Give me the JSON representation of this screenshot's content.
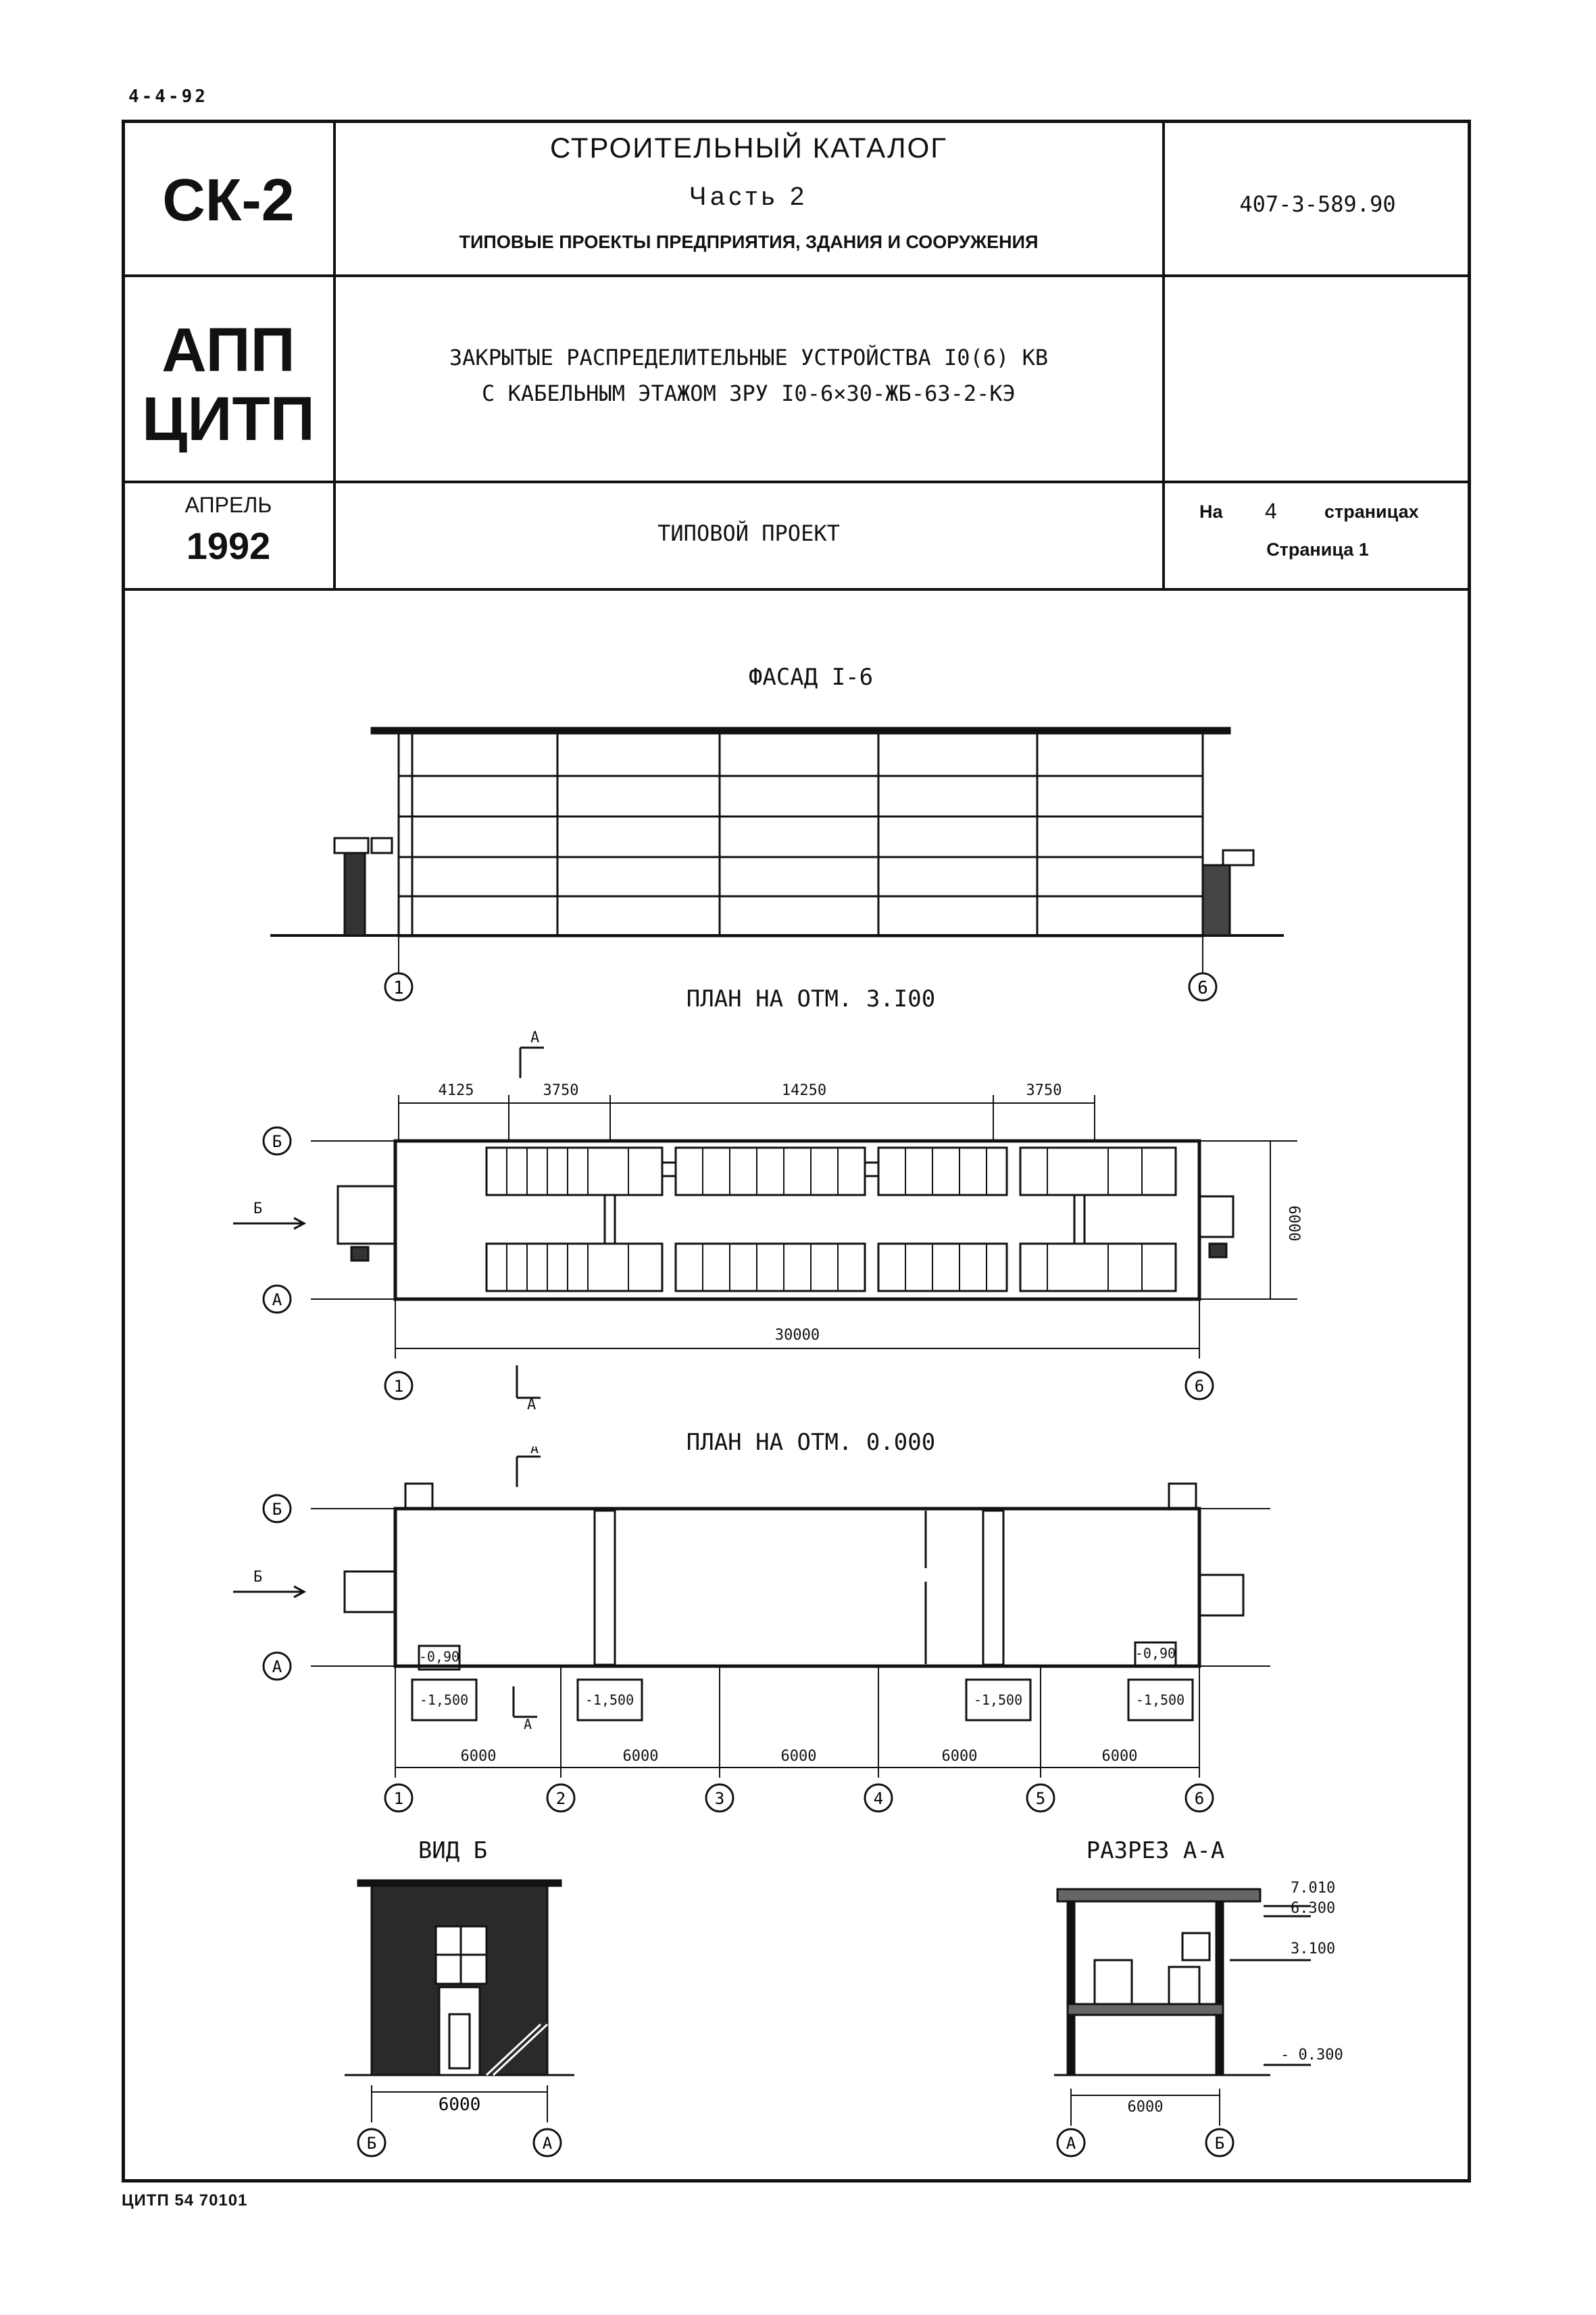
{
  "doc_code_top": "4-4-92",
  "header": {
    "series_code": "СК-2",
    "catalog_title": "СТРОИТЕЛЬНЫЙ КАТАЛОГ",
    "part": "Часть 2",
    "subtitle": "ТИПОВЫЕ ПРОЕКТЫ ПРЕДПРИЯТИЯ, ЗДАНИЯ И СООРУЖЕНИЯ",
    "project_number": "407-3-589.90",
    "org_line1": "АПП",
    "org_line2": "ЦИТП",
    "project_title_line1": "ЗАКРЫТЫЕ РАСПРЕДЕЛИТЕЛЬНЫЕ УСТРОЙСТВА I0(6) КВ",
    "project_title_line2": "С КАБЕЛЬНЫМ ЭТАЖОМ ЗРУ I0-6×30-ЖБ-63-2-КЭ",
    "month": "АПРЕЛЬ",
    "year": "1992",
    "project_type": "ТИПОВОЙ ПРОЕКТ",
    "pages_prefix": "На",
    "pages_count": "4",
    "pages_suffix": "страницах",
    "page_label": "Страница 1"
  },
  "drawings": {
    "facade_title": "ФАСАД I-6",
    "plan_upper_title": "ПЛАН НА ОТМ. 3.I00",
    "plan_ground_title": "ПЛАН НА ОТМ. 0.000",
    "view_b_title": "ВИД Б",
    "section_title": "РАЗРЕЗ А-А"
  },
  "labels": {
    "axis_1": "1",
    "axis_2": "2",
    "axis_3": "3",
    "axis_4": "4",
    "axis_5": "5",
    "axis_6": "6",
    "axis_A": "А",
    "axis_B": "Б",
    "section_mark": "А",
    "view_mark": "Б",
    "dim_4125": "4125",
    "dim_3750": "3750",
    "dim_14250": "14250",
    "dim_6000": "6000",
    "dim_30000": "30000",
    "level_090": "-0,90",
    "level_1500": "-1,500",
    "level_7010": "7.010",
    "level_6300": "6.300",
    "level_3100": "3.100",
    "level_0300": "- 0.300"
  },
  "footer": "ЦИТП 54 70101"
}
